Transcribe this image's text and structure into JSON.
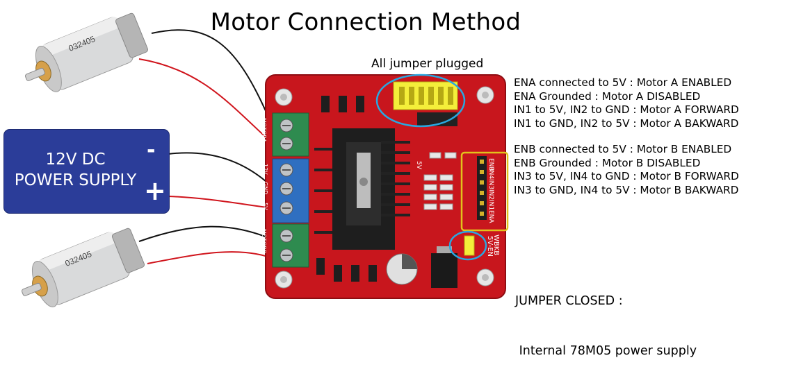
{
  "title": "Motor Connection Method",
  "jumper_note": "All jumper plugged",
  "power_supply": {
    "line1": "12V DC",
    "line2": "POWER SUPPLY",
    "minus": "-",
    "plus": "+"
  },
  "motor_a_notes": [
    "ENA connected to 5V : Motor A ENABLED",
    "ENA Grounded : Motor A DISABLED",
    "IN1 to 5V, IN2 to GND : Motor A FORWARD",
    "IN1 to GND, IN2 to 5V : Motor A BAKWARD"
  ],
  "motor_b_notes": [
    "ENB connected to 5V : Motor B ENABLED",
    "ENB Grounded : Motor B DISABLED",
    "IN3 to 5V, IN4 to GND : Motor B FORWARD",
    "IN3 to GND, IN4 to 5V : Motor B BAKWARD"
  ],
  "jumper_closed": {
    "line1": "JUMPER CLOSED :",
    "line2": " Internal 78M05 power supply"
  },
  "motor_label": "032405",
  "pin_labels": [
    "ENB",
    "IN4",
    "IN3",
    "IN2",
    "IN1",
    "ENA"
  ],
  "board_labels": {
    "jumper": "5V-EN",
    "model": "WBKB",
    "reg": "5V",
    "terminal_a": "MOTORA",
    "terminal_power": [
      "12V",
      "GND",
      "5V"
    ],
    "terminal_b": "MOTORB"
  },
  "colors": {
    "board": "#c8161d",
    "terminal_green": "#2e8b4f",
    "terminal_blue": "#2f6fc0",
    "psu": "#2b3d99",
    "callout": "#2aa7e0",
    "header_box": "#e2c21c"
  }
}
